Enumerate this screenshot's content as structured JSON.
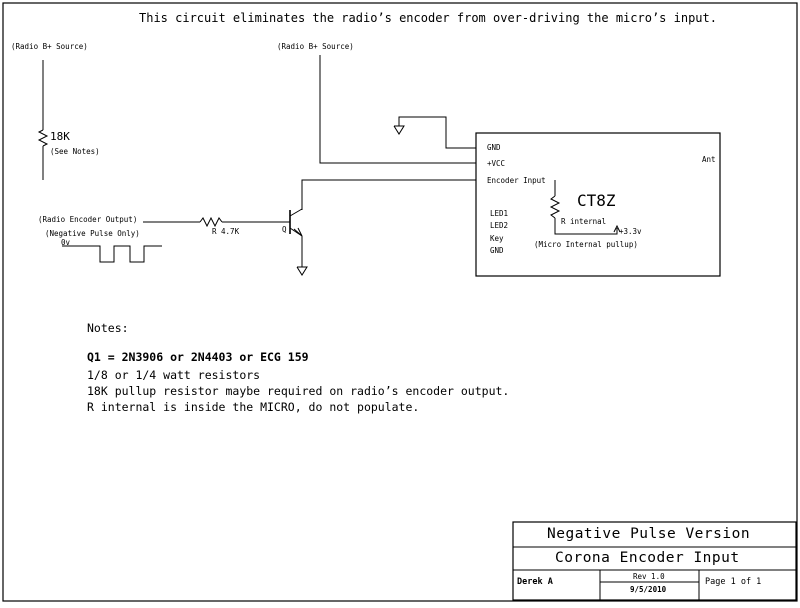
{
  "title": "This circuit eliminates the radio’s encoder from over-driving the micro’s input.",
  "left_source": {
    "label": "(Radio B+ Source)"
  },
  "top_source": {
    "label": "(Radio B+ Source)"
  },
  "resistor_18k": {
    "value": "18K",
    "note": "(See Notes)"
  },
  "encoder_output": {
    "label": "(Radio Encoder Output)",
    "pulse_label": "(Negative Pulse Only)",
    "zero_v": "0v"
  },
  "resistor_4k7": {
    "label": "R 4.7K"
  },
  "transistor": {
    "label": "Q"
  },
  "module": {
    "name": "CT8Z",
    "pins": [
      "GND",
      "+VCC",
      "Encoder Input",
      "LED1",
      "LED2",
      "Key",
      "GND"
    ],
    "ant_label": "Ant",
    "r_internal": "R internal",
    "supply": "+3.3v",
    "pullup_note": "(Micro Internal pullup)"
  },
  "notes": {
    "heading": "Notes:",
    "q1": "Q1 = 2N3906 or 2N4403 or ECG 159",
    "lines": [
      "1/8 or 1/4 watt resistors",
      "18K pullup resistor maybe required on radio’s encoder output.",
      "R internal is inside the MICRO, do not populate."
    ]
  },
  "title_block": {
    "version": "Negative Pulse Version",
    "name": "Corona Encoder Input",
    "author": "Derek A",
    "rev": "Rev 1.0",
    "date": "9/5/2010",
    "page": "Page 1 of 1"
  }
}
